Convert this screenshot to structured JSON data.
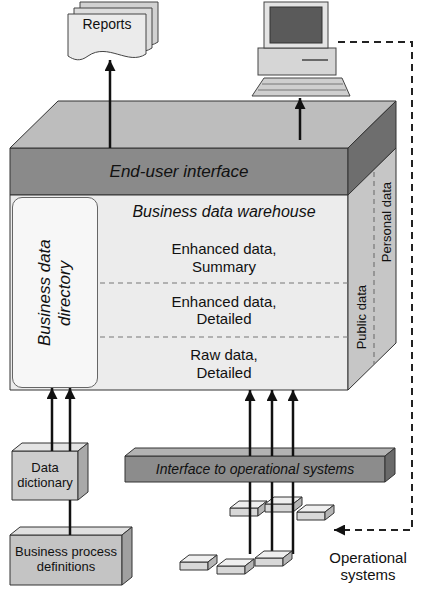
{
  "diagram": {
    "nodes": [
      {
        "text": [
          "Reports"
        ]
      },
      {
        "text": [
          "End-user interface"
        ]
      },
      {
        "text": [
          "Business data warehouse"
        ]
      },
      {
        "text": [
          "Business data directory"
        ],
        "in": 2
      },
      {
        "text": [
          "Enhanced data, Summary"
        ],
        "in": 2
      },
      {
        "text": [
          "Enhanced data, Detailed"
        ],
        "in": 2
      },
      {
        "text": [
          "Raw data, Detailed"
        ],
        "in": 2
      },
      {
        "text": [
          "Public data"
        ],
        "in": 2
      },
      {
        "text": [
          "Personal data"
        ],
        "in": 2
      },
      {
        "text": [
          "Data dictionary"
        ]
      },
      {
        "text": [
          "Interface to operational systems"
        ]
      },
      {
        "text": [
          "Business process definitions"
        ]
      },
      {
        "text": [
          "Operational systems"
        ]
      }
    ],
    "edges": [
      {
        "from": 1,
        "to": 0,
        "arrow": "to"
      },
      {
        "from": 9,
        "to": 3,
        "arrow": "to"
      },
      {
        "from": 9,
        "to": 3,
        "arrow": "to"
      },
      {
        "from": 11,
        "to": 9,
        "arrow": "none"
      },
      {
        "from": 12,
        "to": 10,
        "arrow": "none"
      },
      {
        "from": 12,
        "to": 10,
        "arrow": "none"
      },
      {
        "from": 12,
        "to": 10,
        "arrow": "none"
      },
      {
        "from": 10,
        "to": 2,
        "arrow": "to"
      },
      {
        "from": 10,
        "to": 2,
        "arrow": "to"
      },
      {
        "from": 10,
        "to": 2,
        "arrow": "to"
      }
    ]
  }
}
